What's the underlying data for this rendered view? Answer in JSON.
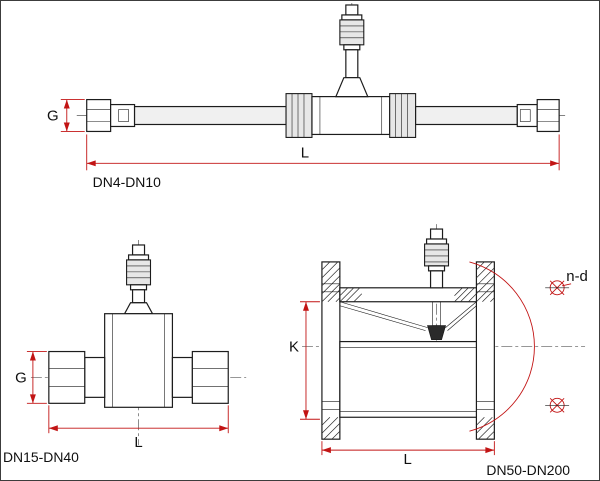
{
  "sheet": {
    "background": "#ffffff",
    "border_color": "#3c3c3c"
  },
  "colors": {
    "outline": "#1c1c1c",
    "dimension_red": "#c21414",
    "centerline_gray": "#5a5a5a"
  },
  "drawings": {
    "dn4_dn10": {
      "label": "DN4-DN10",
      "dim_g": "G",
      "dim_l": "L"
    },
    "dn15_dn40": {
      "label": "DN15-DN40",
      "dim_g": "G",
      "dim_l": "L"
    },
    "dn50_dn200": {
      "label": "DN50-DN200",
      "dim_k": "K",
      "dim_l": "L",
      "bolt_circle_label": "n-d"
    }
  }
}
